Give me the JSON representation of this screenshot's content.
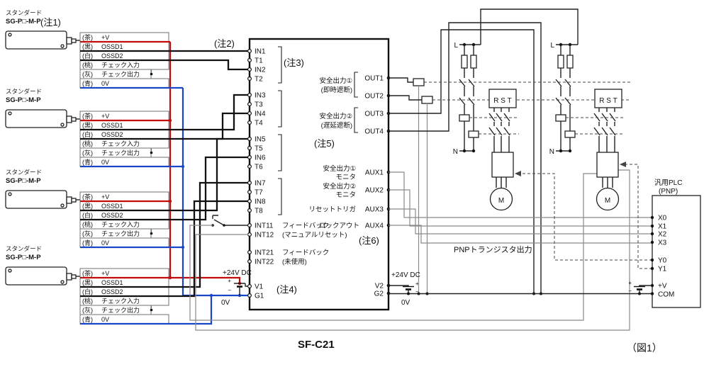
{
  "figure": {
    "caption": "（図1）",
    "device_name": "SF-C21"
  },
  "notes": {
    "note1": "(注1)",
    "note2": "(注2)",
    "note3": "(注3)",
    "note4": "(注4)",
    "note5": "(注5)",
    "note6": "(注6)"
  },
  "sensors": {
    "items": [
      {
        "type": "スタンダード",
        "model": "SG-P□-M-P"
      },
      {
        "type": "スタンダード",
        "model": "SG-P□-M-P"
      },
      {
        "type": "スタンダード",
        "model": "SG-P□-M-P"
      },
      {
        "type": "スタンダード",
        "model": "SG-P□-M-P"
      }
    ],
    "wire_rows": [
      {
        "color": "(茶)",
        "signal": "+V"
      },
      {
        "color": "(黒)",
        "signal": "OSSD1"
      },
      {
        "color": "(白)",
        "signal": "OSSD2"
      },
      {
        "color": "(桃)",
        "signal": "チェック入力"
      },
      {
        "color": "(灰)",
        "signal": "チェック出力"
      },
      {
        "color": "(青)",
        "signal": "0V"
      }
    ]
  },
  "controller": {
    "left_terminals": [
      "IN1",
      "T1",
      "IN2",
      "T2",
      "IN3",
      "T3",
      "IN4",
      "T4",
      "IN5",
      "T5",
      "IN6",
      "T6",
      "IN7",
      "T7",
      "IN8",
      "T8",
      "INT11",
      "INT12",
      "INT21",
      "INT22",
      "V1",
      "G1"
    ],
    "right_terminals": [
      "OUT1",
      "OUT2",
      "OUT3",
      "OUT4",
      "AUX1",
      "AUX2",
      "AUX3",
      "AUX4",
      "V2",
      "G2"
    ],
    "labels": {
      "safety_out1": "安全出力①",
      "safety_out1_sub": "(即時遮断)",
      "safety_out2": "安全出力②",
      "safety_out2_sub": "(遅延遮断)",
      "monitor1": "安全出力①",
      "monitor1_sub": "モニタ",
      "monitor2": "安全出力②",
      "monitor2_sub": "モニタ",
      "reset_trigger": "リセットトリガ",
      "lockout": "ロックアウト",
      "feedback1": "フィードバック",
      "feedback1_sub": "(マニュアルリセット)",
      "feedback2": "フィードバック",
      "feedback2_sub": "(未使用)"
    }
  },
  "power": {
    "supply1": "+24V DC",
    "supply1_zero": "0V",
    "supply2": "+24V DC",
    "supply2_zero": "0V",
    "plus": "+",
    "minus": "−",
    "wire_colors": {
      "plus_v": "#c50a0a",
      "zero_v": "#1747c7"
    }
  },
  "motor_circuit": {
    "line": "L",
    "neutral": "N",
    "phases": "R S T",
    "motor": "M",
    "output_label": "PNPトランジスタ出力"
  },
  "plc": {
    "title": "汎用PLC",
    "subtitle": "(PNP)",
    "terminals": [
      "X0",
      "X1",
      "X2",
      "X3",
      "Y0",
      "Y1",
      "+V",
      "COM"
    ]
  }
}
